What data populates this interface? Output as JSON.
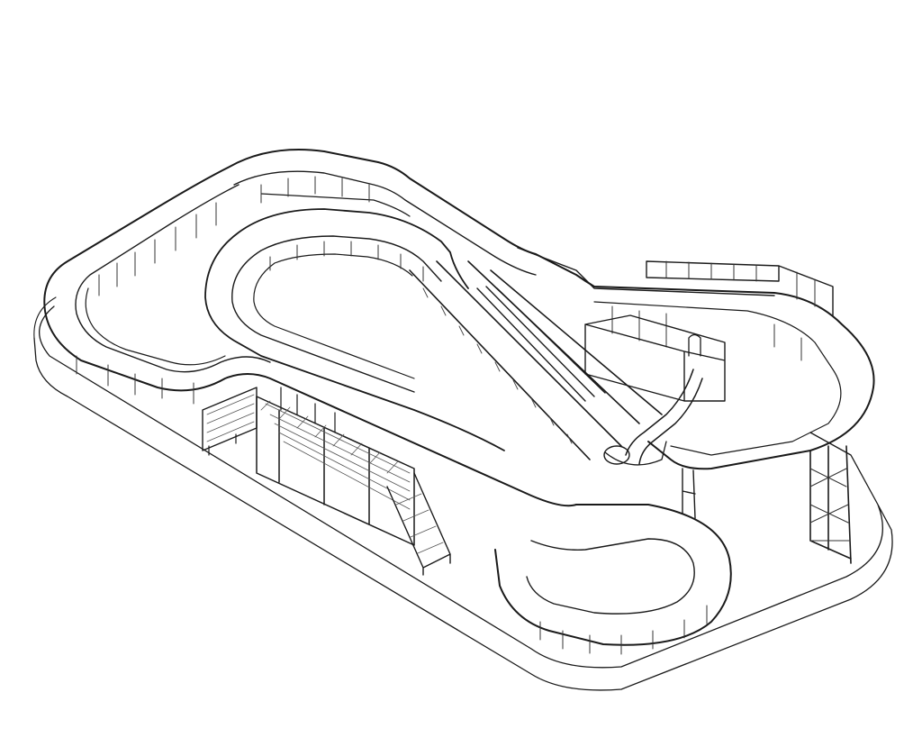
{
  "drawing": {
    "subject": "",
    "colors": {
      "line": "#1a1a1a",
      "light_line": "#555555",
      "background": "#ffffff",
      "structure_fill": "#dcdcdc"
    },
    "components": [
      {
        "name": "base-platform"
      },
      {
        "name": "outer-track-loop"
      },
      {
        "name": "inner-track-loop"
      },
      {
        "name": "conveyor-lift"
      },
      {
        "name": "stairway-platform"
      },
      {
        "name": "entry-stairs"
      },
      {
        "name": "right-support-tower"
      },
      {
        "name": "upper-deck-railing"
      },
      {
        "name": "control-cabinet"
      },
      {
        "name": "tube-transition"
      }
    ]
  }
}
